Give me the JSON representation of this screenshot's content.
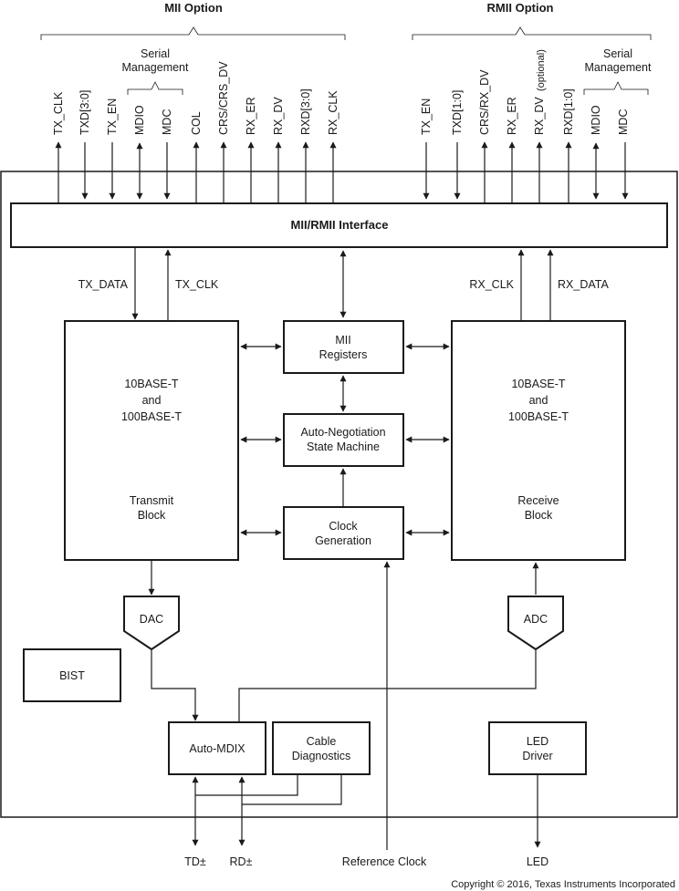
{
  "options": {
    "mii_title": "MII Option",
    "rmii_title": "RMII Option",
    "serial_management": [
      "Serial",
      "Management"
    ]
  },
  "mii_signals": [
    "TX_CLK",
    "TXD[3:0]",
    "TX_EN",
    "MDIO",
    "MDC",
    "COL",
    "CRS/CRS_DV",
    "RX_ER",
    "RX_DV",
    "RXD[3:0]",
    "RX_CLK"
  ],
  "rmii_signals": [
    "TX_EN",
    "TXD[1:0]",
    "CRS/RX_DV",
    "RX_ER",
    "RX_DV",
    "(optional)",
    "RXD[1:0]",
    "MDIO",
    "MDC"
  ],
  "interface_label": "MII/RMII Interface",
  "links": {
    "tx_data": "TX_DATA",
    "tx_clk": "TX_CLK",
    "rx_clk": "RX_CLK",
    "rx_data": "RX_DATA"
  },
  "blocks": {
    "transmit": [
      "10BASE-T",
      "and",
      "100BASE-T",
      "Transmit",
      "Block"
    ],
    "receive": [
      "10BASE-T",
      "and",
      "100BASE-T",
      "Receive",
      "Block"
    ],
    "mii_registers": [
      "MII",
      "Registers"
    ],
    "auto_negotiation": [
      "Auto-Negotiation",
      "State Machine"
    ],
    "clock_generation": [
      "Clock",
      "Generation"
    ],
    "dac": "DAC",
    "adc": "ADC",
    "bist": "BIST",
    "auto_mdix": "Auto-MDIX",
    "cable_diagnostics": [
      "Cable",
      "Diagnostics"
    ],
    "led_driver": [
      "LED",
      "Driver"
    ]
  },
  "pins": {
    "td": "TD±",
    "rd": "RD±",
    "reference_clock": "Reference Clock",
    "led": "LED"
  },
  "copyright": "Copyright © 2016, Texas Instruments Incorporated"
}
